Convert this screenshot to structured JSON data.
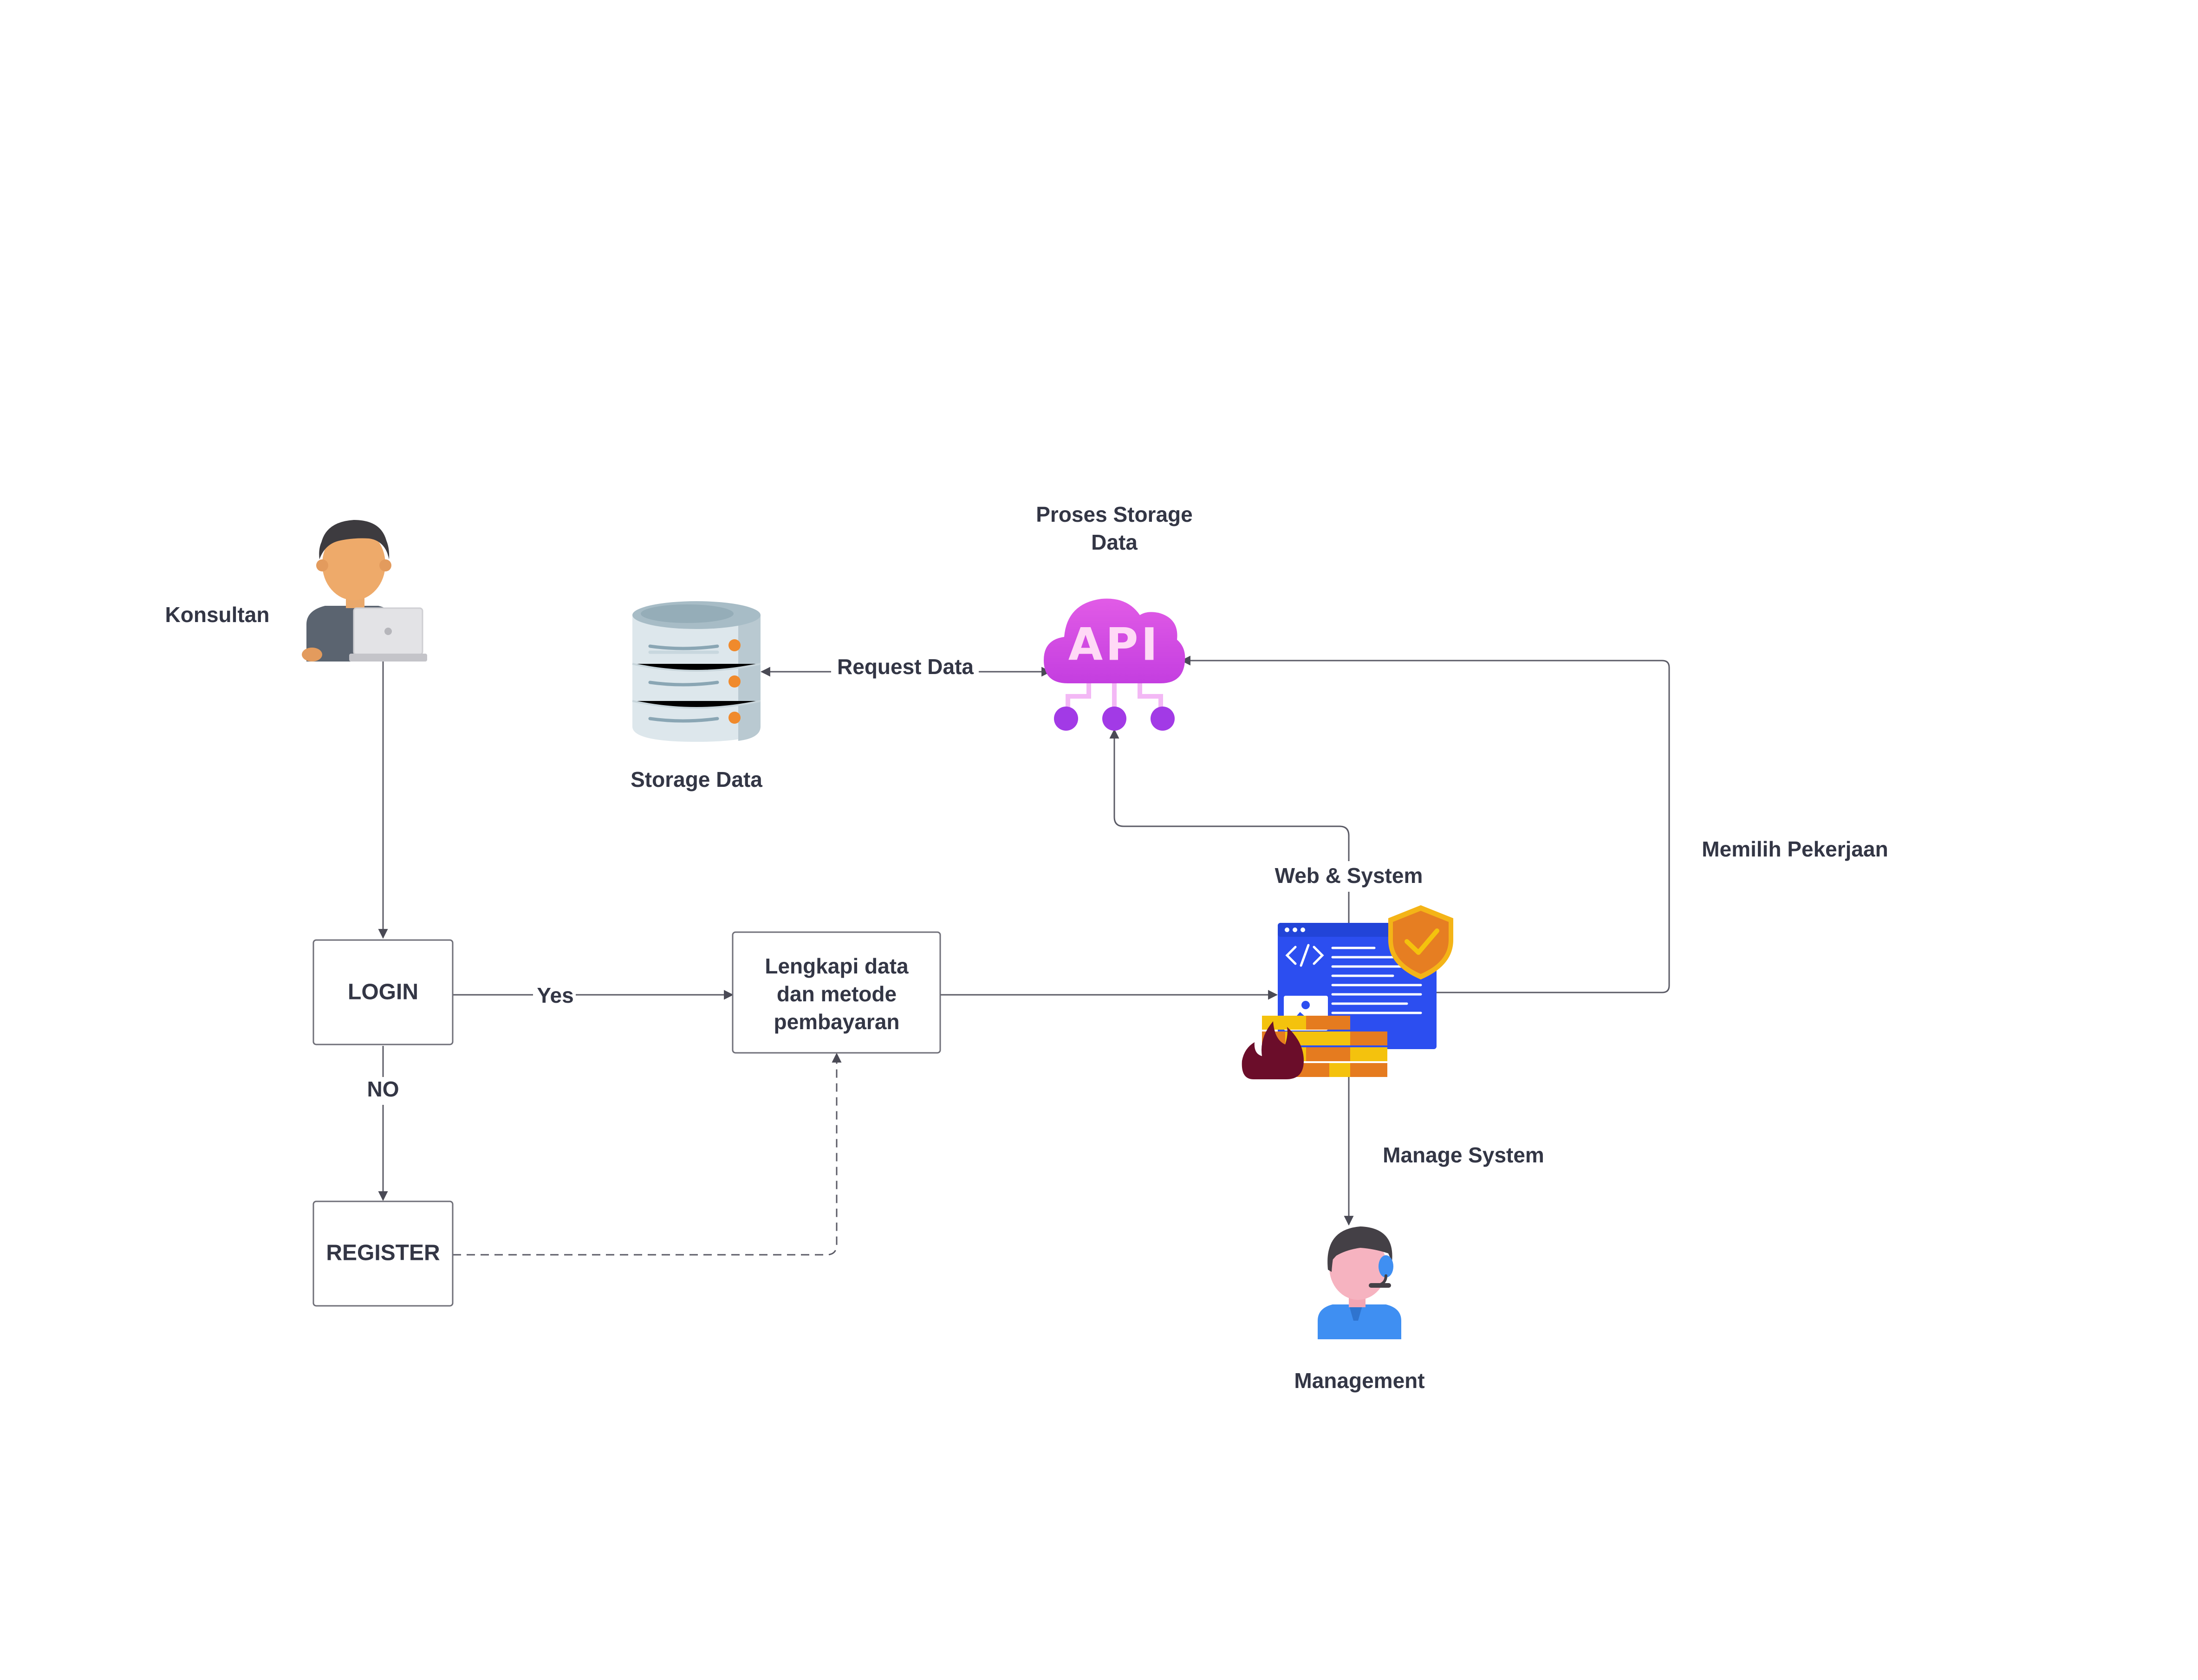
{
  "labels": {
    "konsultan": "Konsultan",
    "storage_data": "Storage Data",
    "proses_storage_line1": "Proses Storage",
    "proses_storage_line2": "Data",
    "request_data": "Request Data",
    "web_system": "Web & System",
    "memilih_pekerjaan": "Memilih Pekerjaan",
    "manage_system": "Manage System",
    "management": "Management",
    "yes": "Yes",
    "no": "NO",
    "api_badge": "API"
  },
  "boxes": {
    "login": "LOGIN",
    "register": "REGISTER",
    "lengkapi_line1": "Lengkapi data",
    "lengkapi_line2": "dan metode",
    "lengkapi_line3": "pembayaran"
  },
  "icons": [
    "konsultan-person-laptop-icon",
    "database-icon",
    "api-cloud-icon",
    "web-system-firewall-icon",
    "management-headset-person-icon"
  ],
  "colors": {
    "text": "#333645",
    "line": "#5b5b66",
    "box_border": "#6f6f78",
    "api_magenta": "#d64de0",
    "api_purple": "#a23ae6",
    "web_blue": "#2b4ef0",
    "shield_orange": "#e67e22",
    "brick_yellow": "#f4c20d"
  }
}
